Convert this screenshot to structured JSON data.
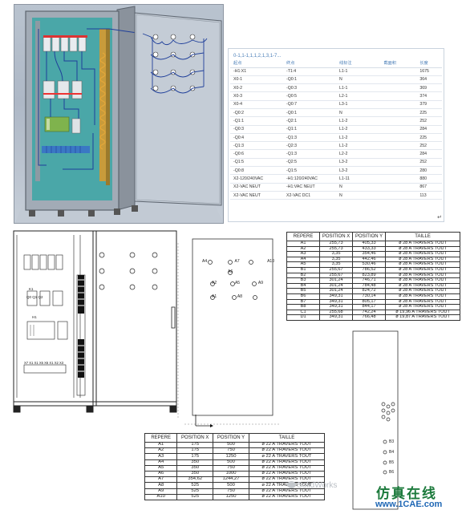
{
  "wiring_table": {
    "caption": "0-1,1-1,1,1,2,1,3,1-7...",
    "headers": [
      "起点",
      "终点",
      "线标注",
      "截面积",
      "长度"
    ],
    "rows": [
      [
        "-H1:X1",
        "-T1:4",
        "L1-1",
        "",
        "1675"
      ],
      [
        "X0-1",
        "-Q0:1",
        "N",
        "",
        "364"
      ],
      [
        "X0-2",
        "-Q0:3",
        "L1-1",
        "",
        "369"
      ],
      [
        "X0-3",
        "-Q0:5",
        "L2-1",
        "",
        "374"
      ],
      [
        "X0-4",
        "-Q0:7",
        "L3-1",
        "",
        "379"
      ],
      [
        "-Q0:2",
        "-Q0:1",
        "N",
        "",
        "225"
      ],
      [
        "-Q1:1",
        "-Q2:1",
        "L1-2",
        "",
        "252"
      ],
      [
        "-Q0:3",
        "-Q1:1",
        "L1-2",
        "",
        "284"
      ],
      [
        "-Q0:4",
        "-Q1:3",
        "L1-2",
        "",
        "225"
      ],
      [
        "-Q1:3",
        "-Q2:3",
        "L1-2",
        "",
        "252"
      ],
      [
        "-Q0:6",
        "-Q1:3",
        "L2-2",
        "",
        "284"
      ],
      [
        "-Q1:5",
        "-Q2:5",
        "L3-2",
        "",
        "252"
      ],
      [
        "-Q0:8",
        "-Q1:5",
        "L3-2",
        "",
        "280"
      ],
      [
        "X2-120/240VAC",
        "-H1:120/240VAC",
        "L1-11",
        "",
        "880"
      ],
      [
        "X2-VAC NEUT",
        "-H1:VAC NEUT",
        "N",
        "",
        "867"
      ],
      [
        "X2-VAC NEUT",
        "X2-VAC DC1",
        "N",
        "",
        "113"
      ]
    ]
  },
  "table_b": {
    "headers": [
      "REPERE",
      "POSITION X",
      "POSITION Y",
      "TAILLE"
    ],
    "rows": [
      [
        "A1",
        "255,73",
        "405,33",
        "ø 28 A TRAVERS TOUT"
      ],
      [
        "A2",
        "255,73",
        "433,33",
        "ø 28 A TRAVERS TOUT"
      ],
      [
        "A3",
        "3,35",
        "354,46",
        "ø 28 A TRAVERS TOUT"
      ],
      [
        "A4",
        "3,35",
        "442,46",
        "ø 28 A TRAVERS TOUT"
      ],
      [
        "A5",
        "3,35",
        "530,46",
        "ø 28 A TRAVERS TOUT"
      ],
      [
        "B1",
        "255,67",
        "786,52",
        "ø 28 A TRAVERS TOUT"
      ],
      [
        "B2",
        "255,67",
        "823,89",
        "ø 28 A TRAVERS TOUT"
      ],
      [
        "B3",
        "301,24",
        "746,71",
        "ø 28 A TRAVERS TOUT"
      ],
      [
        "B4",
        "301,24",
        "784,48",
        "ø 28 A TRAVERS TOUT"
      ],
      [
        "B5",
        "301,24",
        "824,72",
        "ø 28 A TRAVERS TOUT"
      ],
      [
        "B6",
        "349,31",
        "730,14",
        "ø 28 A TRAVERS TOUT"
      ],
      [
        "B7",
        "349,31",
        "805,17",
        "ø 28 A TRAVERS TOUT"
      ],
      [
        "B8",
        "349,31",
        "844,17",
        "ø 28 A TRAVERS TOUT"
      ],
      [
        "C1",
        "255,68",
        "742,24",
        "ø 19,96 A TRAVERS TOUT"
      ],
      [
        "D1",
        "349,31",
        "766,48",
        "ø 19,87 A TRAVERS TOUT"
      ]
    ]
  },
  "table_a": {
    "headers": [
      "REPERE",
      "POSITION X",
      "POSITION Y",
      "TAILLE"
    ],
    "rows": [
      [
        "A1",
        "175",
        "500",
        "ø 22 A TRAVERS TOUT"
      ],
      [
        "A2",
        "175",
        "750",
        "ø 22 A TRAVERS TOUT"
      ],
      [
        "A3",
        "175",
        "1250",
        "ø 22 A TRAVERS TOUT"
      ],
      [
        "A4",
        "350",
        "500",
        "ø 22 A TRAVERS TOUT"
      ],
      [
        "A5",
        "350",
        "750",
        "ø 22 A TRAVERS TOUT"
      ],
      [
        "A6",
        "350",
        "1000",
        "ø 22 A TRAVERS TOUT"
      ],
      [
        "A7",
        "354,62",
        "1244,27",
        "ø 22 A TRAVERS TOUT"
      ],
      [
        "A8",
        "525",
        "500",
        "ø 22 A TRAVERS TOUT"
      ],
      [
        "A9",
        "525",
        "750",
        "ø 22 A TRAVERS TOUT"
      ],
      [
        "A10",
        "525",
        "1250",
        "ø 22 A TRAVERS TOUT"
      ]
    ]
  },
  "door_labels": {
    "row1": [
      "A4",
      "A7",
      "A10"
    ],
    "row2": [
      "A6"
    ],
    "row3": [
      "A2",
      "A5",
      "A9"
    ],
    "row4": [
      "A1",
      "A8"
    ]
  },
  "narrow_panel_labels": [
    "B3",
    "B4",
    "B5",
    "B6"
  ],
  "panel_labels": {
    "q_row": "Q0 Q1 Q2",
    "k_row": "K1",
    "terminals": "X7 X1 X1 X5 X6 X1 X2 X3",
    "h_row": "H1"
  },
  "watermark": "SolidWorks",
  "site": {
    "title": "仿真在线",
    "url": "www.1CAE.com"
  },
  "colors": {
    "cabinet_teal": "#4aa7a8",
    "wire_blue": "#1f3f9a",
    "table_header_blue": "#4b7fb8",
    "site_green": "#1c7a3c",
    "site_blue": "#1f67b5"
  }
}
